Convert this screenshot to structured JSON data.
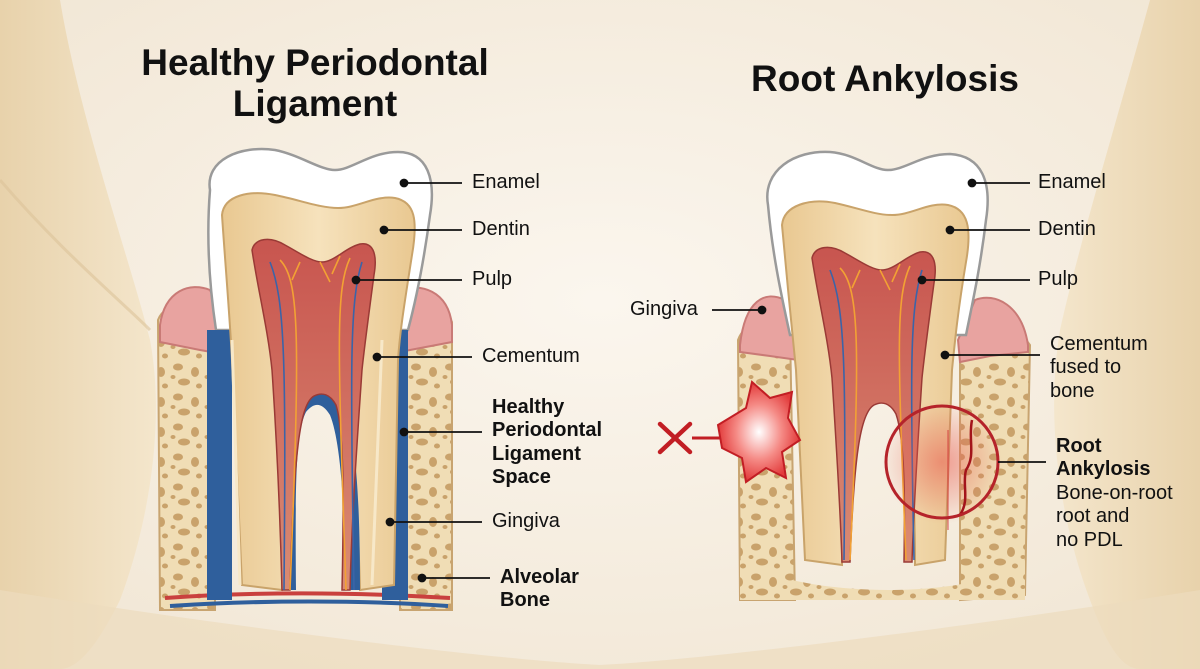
{
  "left": {
    "title": "Healthy Periodontal Ligament",
    "labels": {
      "enamel": "Enamel",
      "dentin": "Dentin",
      "pulp": "Pulp",
      "cementum": "Cementum",
      "pdl": [
        "Healthy",
        "Periodontal",
        "Ligament",
        "Space"
      ],
      "gingiva": "Gingiva",
      "bone": [
        "Alveolar",
        "Bone"
      ]
    }
  },
  "right": {
    "title": "Root Ankylosis",
    "labels": {
      "enamel": "Enamel",
      "dentin": "Dentin",
      "pulp": "Pulp",
      "gingiva": "Gingiva",
      "cementum": [
        "Cementum",
        "fused to",
        "bone"
      ],
      "ankylosis_title": [
        "Root",
        "Ankylosis"
      ],
      "ankylosis_desc": [
        "Bone-on-root",
        "root and",
        "no PDL"
      ]
    }
  },
  "colors": {
    "background": "#f6efe3",
    "enamel": "#ffffff",
    "dentin": "#f1d7a6",
    "pulp": "#c9605a",
    "ligament": "#2f5f9c",
    "gum": "#e8a3a0",
    "bone": "#efdcb4",
    "ankylosis": "#c0272d"
  }
}
